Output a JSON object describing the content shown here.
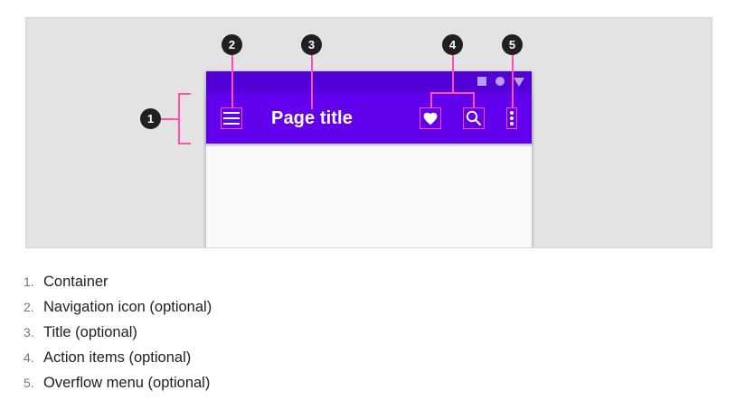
{
  "figure": {
    "app_bar": {
      "title": "Page title",
      "colors": {
        "status_bar": "#5200d6",
        "app_bar": "#6200ee",
        "highlight": "#ff4fb0",
        "canvas": "#e3e3e3",
        "content": "#fafafa"
      },
      "icons": {
        "navigation": "menu-icon",
        "action_1": "heart-icon",
        "action_2": "search-icon",
        "overflow": "more-vert-icon"
      }
    },
    "callouts": [
      "1",
      "2",
      "3",
      "4",
      "5"
    ]
  },
  "legend": [
    {
      "num": "1.",
      "text": "Container"
    },
    {
      "num": "2.",
      "text": "Navigation icon (optional)"
    },
    {
      "num": "3.",
      "text": "Title (optional)"
    },
    {
      "num": "4.",
      "text": "Action items (optional)"
    },
    {
      "num": "5.",
      "text": "Overflow menu (optional)"
    }
  ]
}
